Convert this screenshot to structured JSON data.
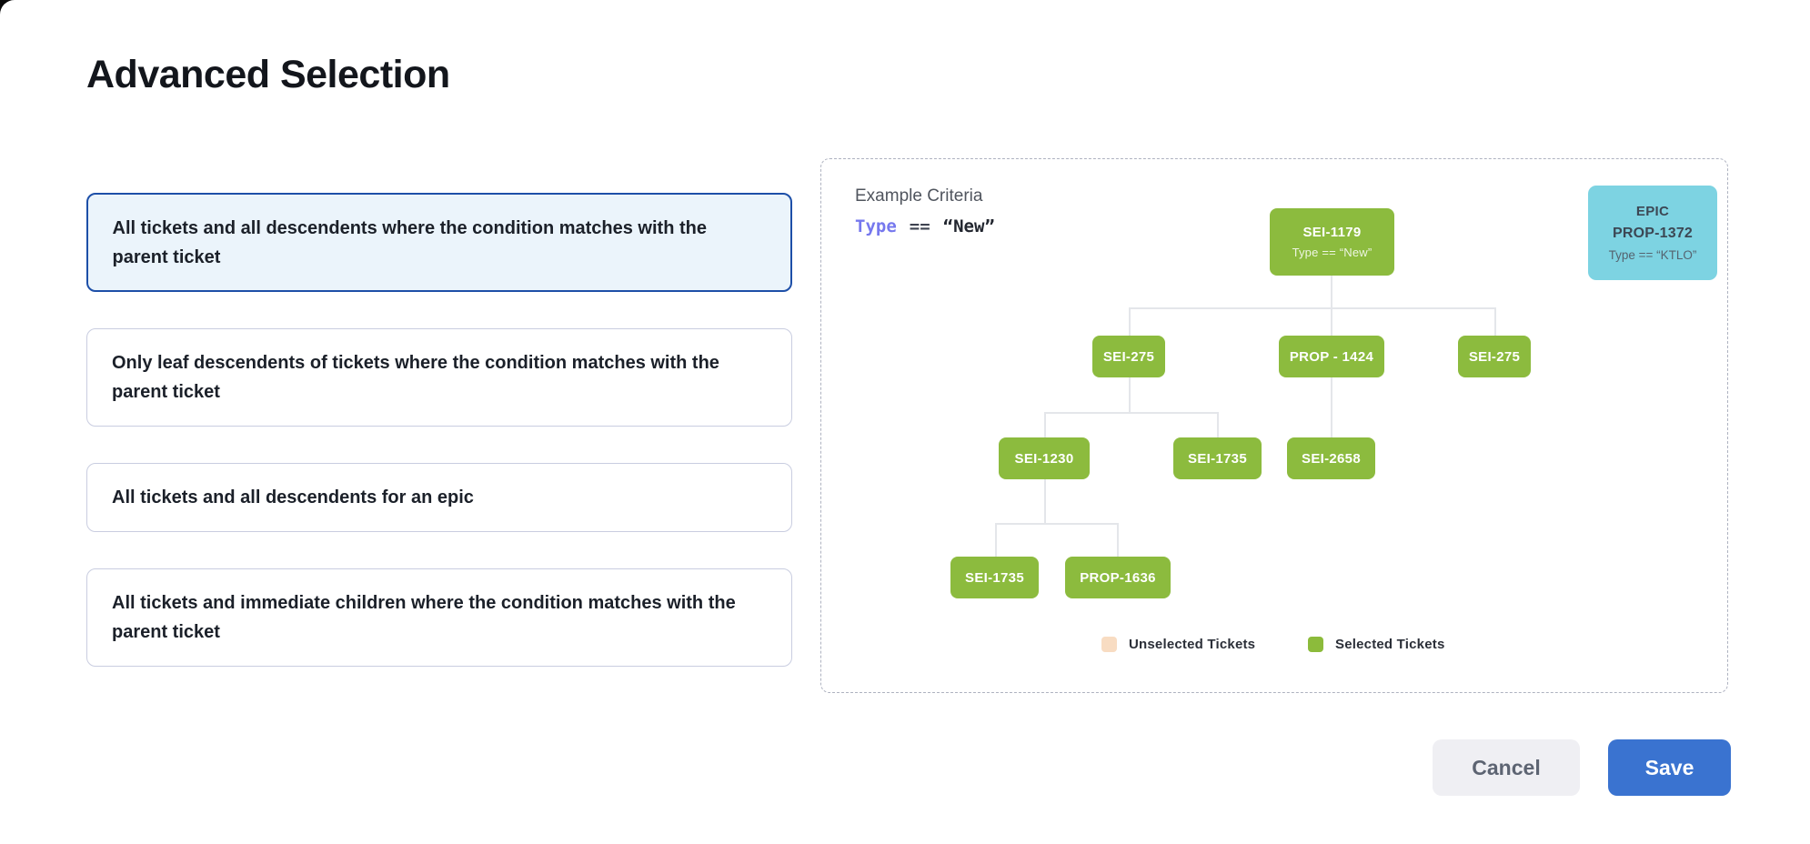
{
  "page_title": "Advanced Selection",
  "options": [
    {
      "label": "All tickets and all descendents where the condition matches with the parent ticket",
      "selected": true
    },
    {
      "label": "Only leaf descendents of tickets where the condition matches with the parent ticket",
      "selected": false
    },
    {
      "label": "All tickets and all descendents for an epic",
      "selected": false
    },
    {
      "label": "All tickets and immediate children where the condition matches with the parent ticket",
      "selected": false
    }
  ],
  "preview": {
    "header": "Example Criteria",
    "criteria": {
      "field": "Type",
      "operator": "==",
      "value": "“New”"
    },
    "epic_card": {
      "type_label": "EPIC",
      "id": "PROP-1372",
      "condition": "Type == “KTLO”"
    },
    "tree": {
      "root": {
        "id": "SEI-1179",
        "condition": "Type == “New”"
      },
      "level2": [
        "SEI-275",
        "PROP - 1424",
        "SEI-275"
      ],
      "level3": [
        "SEI-1230",
        "SEI-1735",
        "SEI-2658"
      ],
      "level4": [
        "SEI-1735",
        "PROP-1636"
      ]
    },
    "legend": [
      {
        "label": "Unselected Tickets",
        "color": "#f8dcc2"
      },
      {
        "label": "Selected Tickets",
        "color": "#8cbb3b"
      }
    ]
  },
  "actions": {
    "cancel_label": "Cancel",
    "save_label": "Save"
  },
  "colors": {
    "selected_node_green": "#8cbb3e",
    "unselected_peach": "#f8dcc2",
    "epic_cyan": "#7dd3e2",
    "selected_card_border": "#1d4fa8",
    "selected_card_bg": "#ebf4fb",
    "save_blue": "#3a73d0",
    "criteria_field_purple": "#7678ee"
  }
}
